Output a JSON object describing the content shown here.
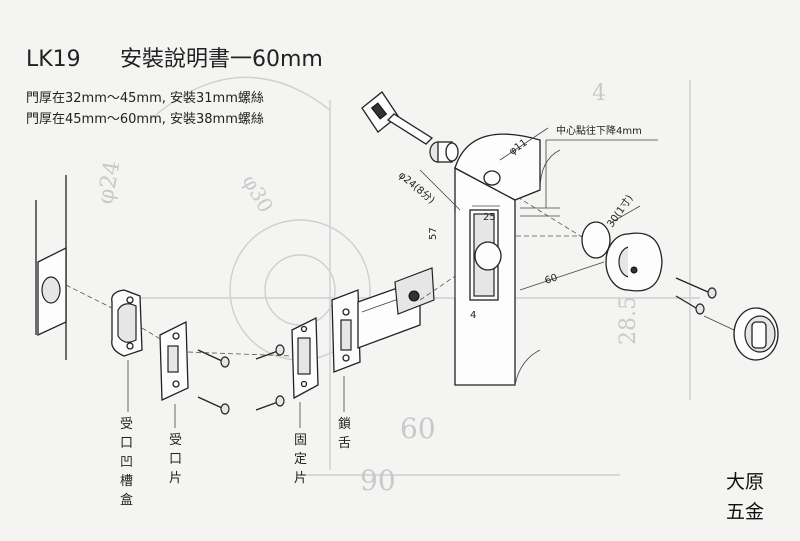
{
  "title": {
    "model": "LK19",
    "text": "安裝說明書一60mm"
  },
  "notes": [
    "門厚在32mm～45mm, 安裝31mm螺絲",
    "門厚在45mm～60mm, 安裝38mm螺絲"
  ],
  "dimensions": {
    "d11": "φ11",
    "d24": "φ24(8分)",
    "h57": "57",
    "w25": "25",
    "depth60": "60",
    "dia30": "30(1寸)",
    "offset4": "4",
    "center_drop": "中心點往下降4mm"
  },
  "labels": {
    "strike_box": [
      "受",
      "口",
      "凹",
      "槽",
      "盒"
    ],
    "strike_plate": [
      "受",
      "口",
      "片"
    ],
    "face_plate": [
      "固",
      "定",
      "片"
    ],
    "latch": [
      "鎖",
      "舌"
    ]
  },
  "background_marks": [
    "90",
    "60",
    "28.5",
    "φ24",
    "φ30",
    "4"
  ],
  "brand": [
    "大原",
    "五金"
  ]
}
